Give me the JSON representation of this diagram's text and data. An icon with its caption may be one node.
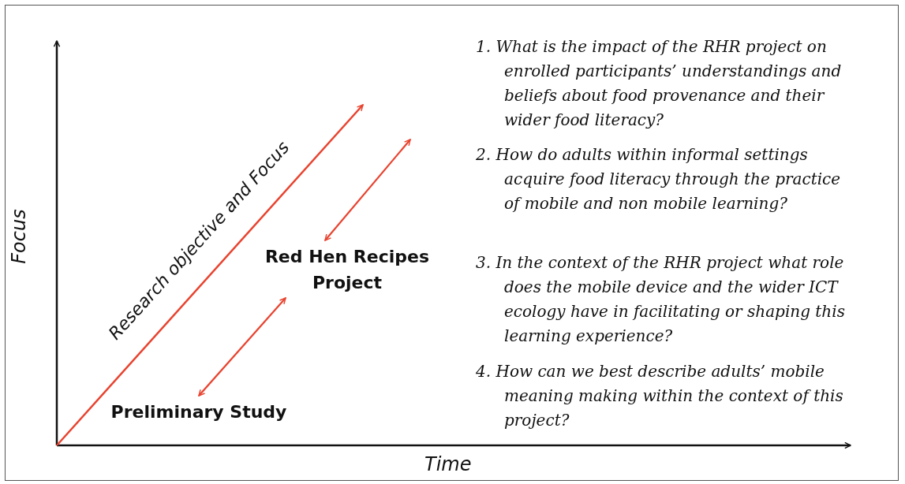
{
  "diagram": {
    "nodes": [
      {
        "text": [
          "Preliminary Study"
        ]
      },
      {
        "text": [
          "Red Hen Recipes Project"
        ]
      }
    ],
    "edges": [
      {
        "from": 0,
        "to": 1,
        "arrow": "both",
        "color": "#e8432f"
      },
      {
        "from": 1,
        "to": null,
        "arrow": "both",
        "color": "#e8432f"
      }
    ],
    "labels": [
      "Focus",
      "Research objective and Focus",
      "Time",
      "1. What is the impact of the RHR project on enrolled participants’ understandings and beliefs about food provenance and their wider food literacy?",
      "2. How do adults within informal settings acquire food literacy through the practice of mobile and non mobile learning?",
      "3. In the context of the RHR project what role does the mobile device and the wider ICT ecology have in facilitating or shaping this learning experience?",
      "4. How can we best describe adults’ mobile meaning making within the context of this project?"
    ]
  }
}
